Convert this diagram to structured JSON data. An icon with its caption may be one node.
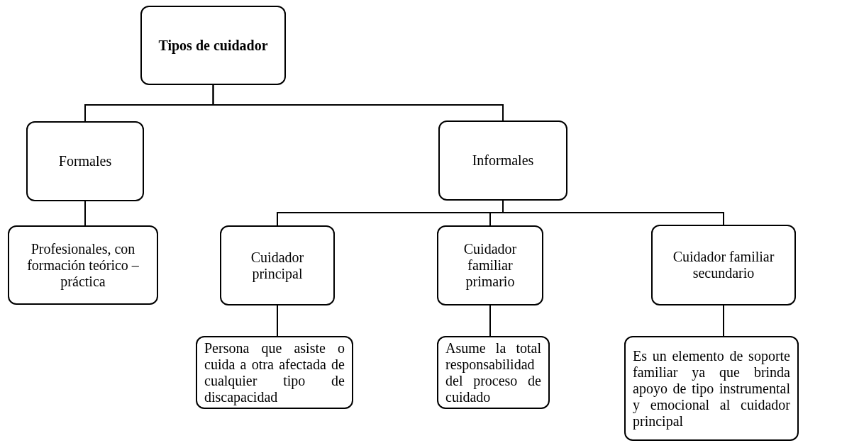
{
  "diagram": {
    "nodes": [
      {
        "text": [
          "Tipos de cuidador"
        ]
      },
      {
        "text": [
          "Formales"
        ]
      },
      {
        "text": [
          "Informales"
        ]
      },
      {
        "text": [
          "Profesionales, con formación teórico – práctica"
        ]
      },
      {
        "text": [
          "Cuidador principal"
        ]
      },
      {
        "text": [
          "Cuidador familiar primario"
        ]
      },
      {
        "text": [
          "Cuidador familiar secundario"
        ]
      },
      {
        "text": [
          "Persona que asiste o cuida a otra afectada de cualquier tipo de discapacidad"
        ]
      },
      {
        "text": [
          "Asume la total responsabilidad del proceso de cuidado"
        ]
      },
      {
        "text": [
          "Es un elemento de soporte familiar ya que brinda apoyo de tipo instrumental y emocional al cuidador principal"
        ]
      }
    ],
    "edges": [
      {
        "from": 0,
        "to": 1,
        "arrow": "none"
      },
      {
        "from": 0,
        "to": 2,
        "arrow": "none"
      },
      {
        "from": 1,
        "to": 3,
        "arrow": "none"
      },
      {
        "from": 2,
        "to": 4,
        "arrow": "none"
      },
      {
        "from": 2,
        "to": 5,
        "arrow": "none"
      },
      {
        "from": 2,
        "to": 6,
        "arrow": "none"
      },
      {
        "from": 4,
        "to": 7,
        "arrow": "none"
      },
      {
        "from": 5,
        "to": 8,
        "arrow": "none"
      },
      {
        "from": 6,
        "to": 9,
        "arrow": "none"
      }
    ]
  }
}
